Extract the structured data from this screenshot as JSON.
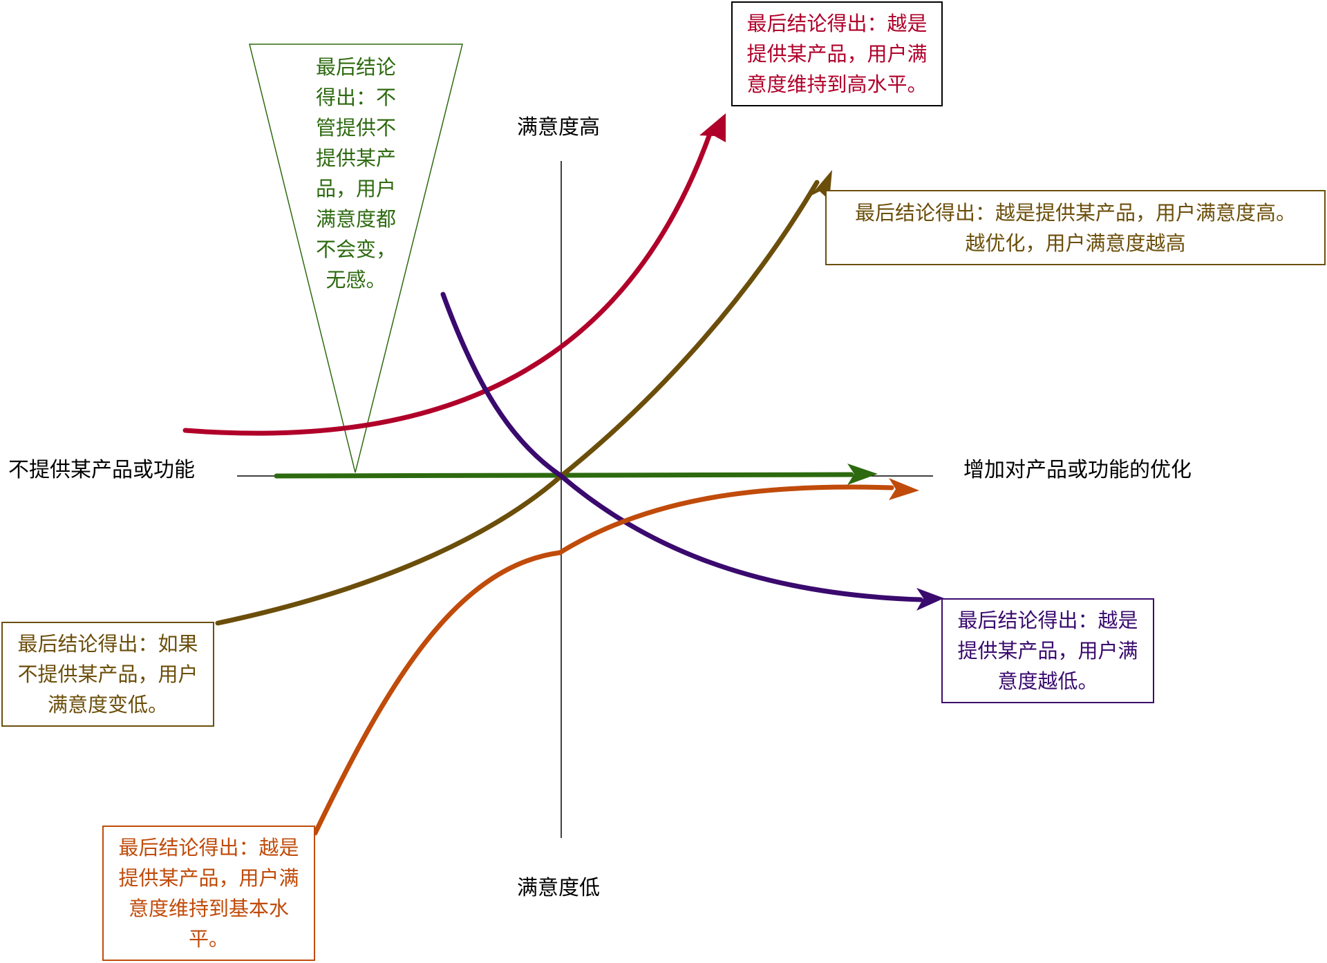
{
  "axes": {
    "left": "不提供某产品或功能",
    "right": "增加对产品或功能的优化",
    "top": "满意度高",
    "bottom": "满意度低"
  },
  "curves": [
    {
      "id": "attractive",
      "color": "#b0002a",
      "text": "最后结论得出：越是提供某产品，用户满意度维持到高水平。"
    },
    {
      "id": "performance",
      "color": "#6b4e0a",
      "text": "最后结论得出：越是提供某产品，用户满意度高。越优化，用户满意度越高",
      "text2": "最后结论得出：如果不提供某产品，用户满意度变低。"
    },
    {
      "id": "indifferent",
      "color": "#2d6a0f",
      "text": "最后结论得出：不管提供不提供某产品，用户满意度都不会变，无感。"
    },
    {
      "id": "must-be",
      "color": "#c04b0a",
      "text": "最后结论得出：越是提供某产品，用户满意度维持到基本水平。"
    },
    {
      "id": "reverse",
      "color": "#3a0a6e",
      "text": "最后结论得出：越是提供某产品，用户满意度越低。"
    }
  ],
  "boxes": {
    "attractive_lines": [
      "最后结论得出：越是",
      "提供某产品，用户满",
      "意度维持到高水平。"
    ],
    "performance_lines": [
      "最后结论得出：越是提供某产品，用户满意度高。",
      "越优化，用户满意度越高"
    ],
    "indifferent_lines": [
      "最后结论",
      "得出：不",
      "管提供不",
      "提供某产",
      "品，用户",
      "满意度都",
      "不会变，",
      "无感。"
    ],
    "performance_low_lines": [
      "最后结论得出：如果",
      "不提供某产品，用户",
      "满意度变低。"
    ],
    "must_be_lines": [
      "最后结论得出：越是",
      "提供某产品，用户满",
      "意度维持到基本水",
      "平。"
    ],
    "reverse_lines": [
      "最后结论得出：越是",
      "提供某产品，用户满",
      "意度越低。"
    ]
  }
}
